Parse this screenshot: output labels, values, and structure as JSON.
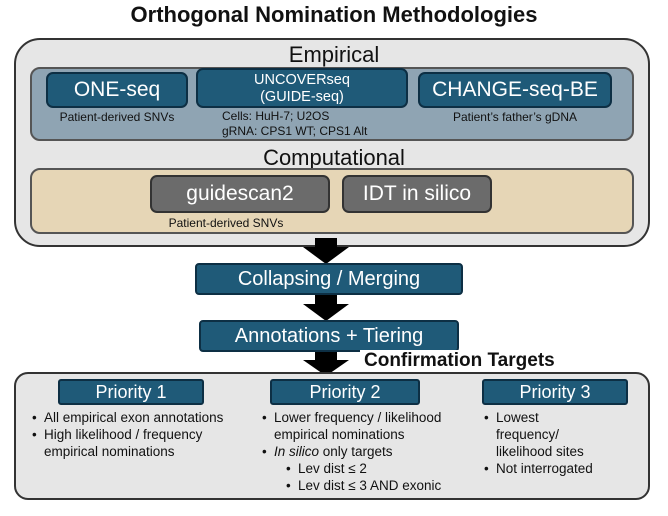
{
  "title": "Orthogonal Nomination Methodologies",
  "empirical": {
    "label": "Empirical",
    "one_seq": {
      "label": "ONE-seq",
      "caption": "Patient-derived SNVs"
    },
    "uncover": {
      "line1": "UNCOVERseq",
      "line2": "(GUIDE-seq)",
      "caption1": "Cells: HuH-7; U2OS",
      "caption2": "gRNA: CPS1 WT; CPS1 Alt"
    },
    "change_seq": {
      "label": "CHANGE-seq-BE",
      "caption": "Patient’s father’s gDNA"
    }
  },
  "computational": {
    "label": "Computational",
    "guidescan": {
      "label": "guidescan2",
      "caption": "Patient-derived SNVs"
    },
    "idt": {
      "label": "IDT in silico"
    }
  },
  "steps": {
    "collapsing": "Collapsing / Merging",
    "annotations": "Annotations + Tiering"
  },
  "confirmation_title": "Confirmation Targets",
  "priorities": [
    {
      "label": "Priority 1",
      "bullets": [
        "All empirical exon annotations",
        "High likelihood / frequency",
        "empirical nominations"
      ]
    },
    {
      "label": "Priority 2",
      "bullets": [
        "Lower frequency / likelihood",
        "empirical nominations",
        "In silico",
        " only targets",
        "Lev dist ≤ 2",
        "Lev dist ≤ 3 AND exonic"
      ]
    },
    {
      "label": "Priority 3",
      "bullets": [
        "Lowest",
        "frequency/",
        "likelihood sites",
        "Not interrogated"
      ]
    }
  ],
  "colors": {
    "step_blue": "#1f5a78",
    "empirical_panel": "#8fa4b3",
    "computational_panel": "#e6d6b6",
    "gray_box": "#6b6b6b",
    "outer_bg": "#e6e6e6"
  }
}
